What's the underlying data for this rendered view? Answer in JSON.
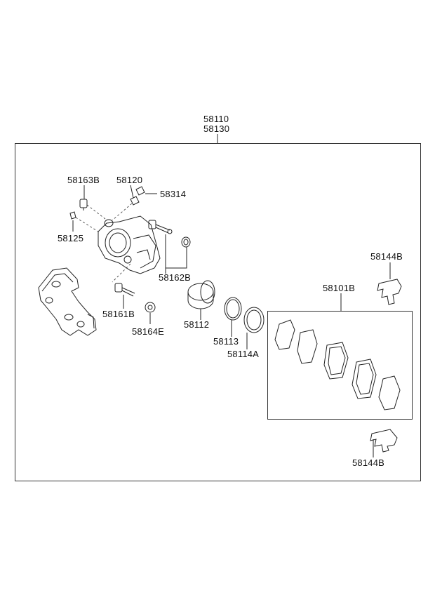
{
  "assembly": {
    "part_numbers": [
      "58110",
      "58130"
    ]
  },
  "parts": [
    {
      "key": "58163B",
      "label": "58163B"
    },
    {
      "key": "58120",
      "label": "58120"
    },
    {
      "key": "58314",
      "label": "58314"
    },
    {
      "key": "58125",
      "label": "58125"
    },
    {
      "key": "58162B",
      "label": "58162B"
    },
    {
      "key": "58161B",
      "label": "58161B"
    },
    {
      "key": "58164E",
      "label": "58164E"
    },
    {
      "key": "58112",
      "label": "58112"
    },
    {
      "key": "58113",
      "label": "58113"
    },
    {
      "key": "58114A",
      "label": "58114A"
    },
    {
      "key": "58101B",
      "label": "58101B"
    },
    {
      "key": "58144B_top",
      "label": "58144B"
    },
    {
      "key": "58144B_bottom",
      "label": "58144B"
    }
  ]
}
